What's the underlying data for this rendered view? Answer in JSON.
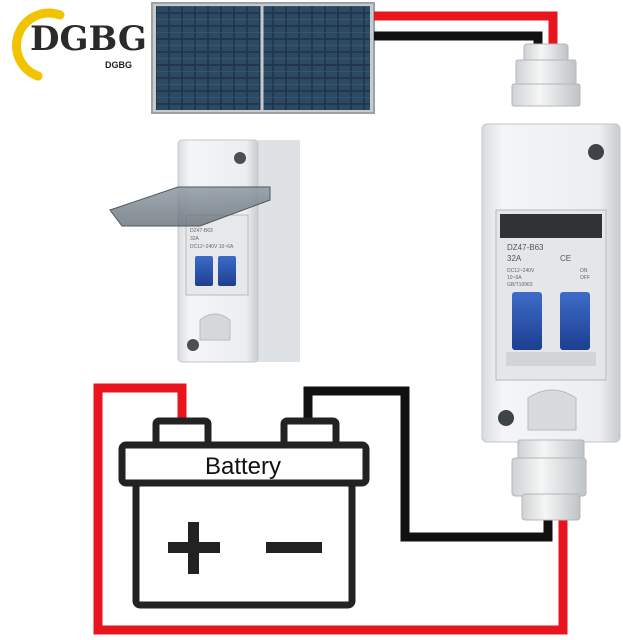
{
  "logo": {
    "text": "DGBG",
    "subtext": "DGBG",
    "colors": {
      "ring": "#f2c400",
      "text": "#2a2a2a",
      "sub_accent": "#e0a000"
    }
  },
  "solar_panel": {
    "icon": "solar-panel-icon"
  },
  "breaker_small": {
    "model": "DZ47-B63",
    "rating": "32A",
    "spec": "DC12~240V 10~6A"
  },
  "breaker_large": {
    "model": "DZ47-B63",
    "rating": "32A",
    "spec_line1": "DC12~240V",
    "spec_line2": "10~6A",
    "spec_line3": "GB/T10963",
    "marks": "CE",
    "on_label": "ON",
    "off_label": "OFF"
  },
  "battery": {
    "label": "Battery",
    "positive_symbol": "+",
    "negative_symbol": "−",
    "icon": "battery-icon"
  },
  "wires": {
    "positive_color": "#e8141e",
    "negative_color": "#111111"
  }
}
